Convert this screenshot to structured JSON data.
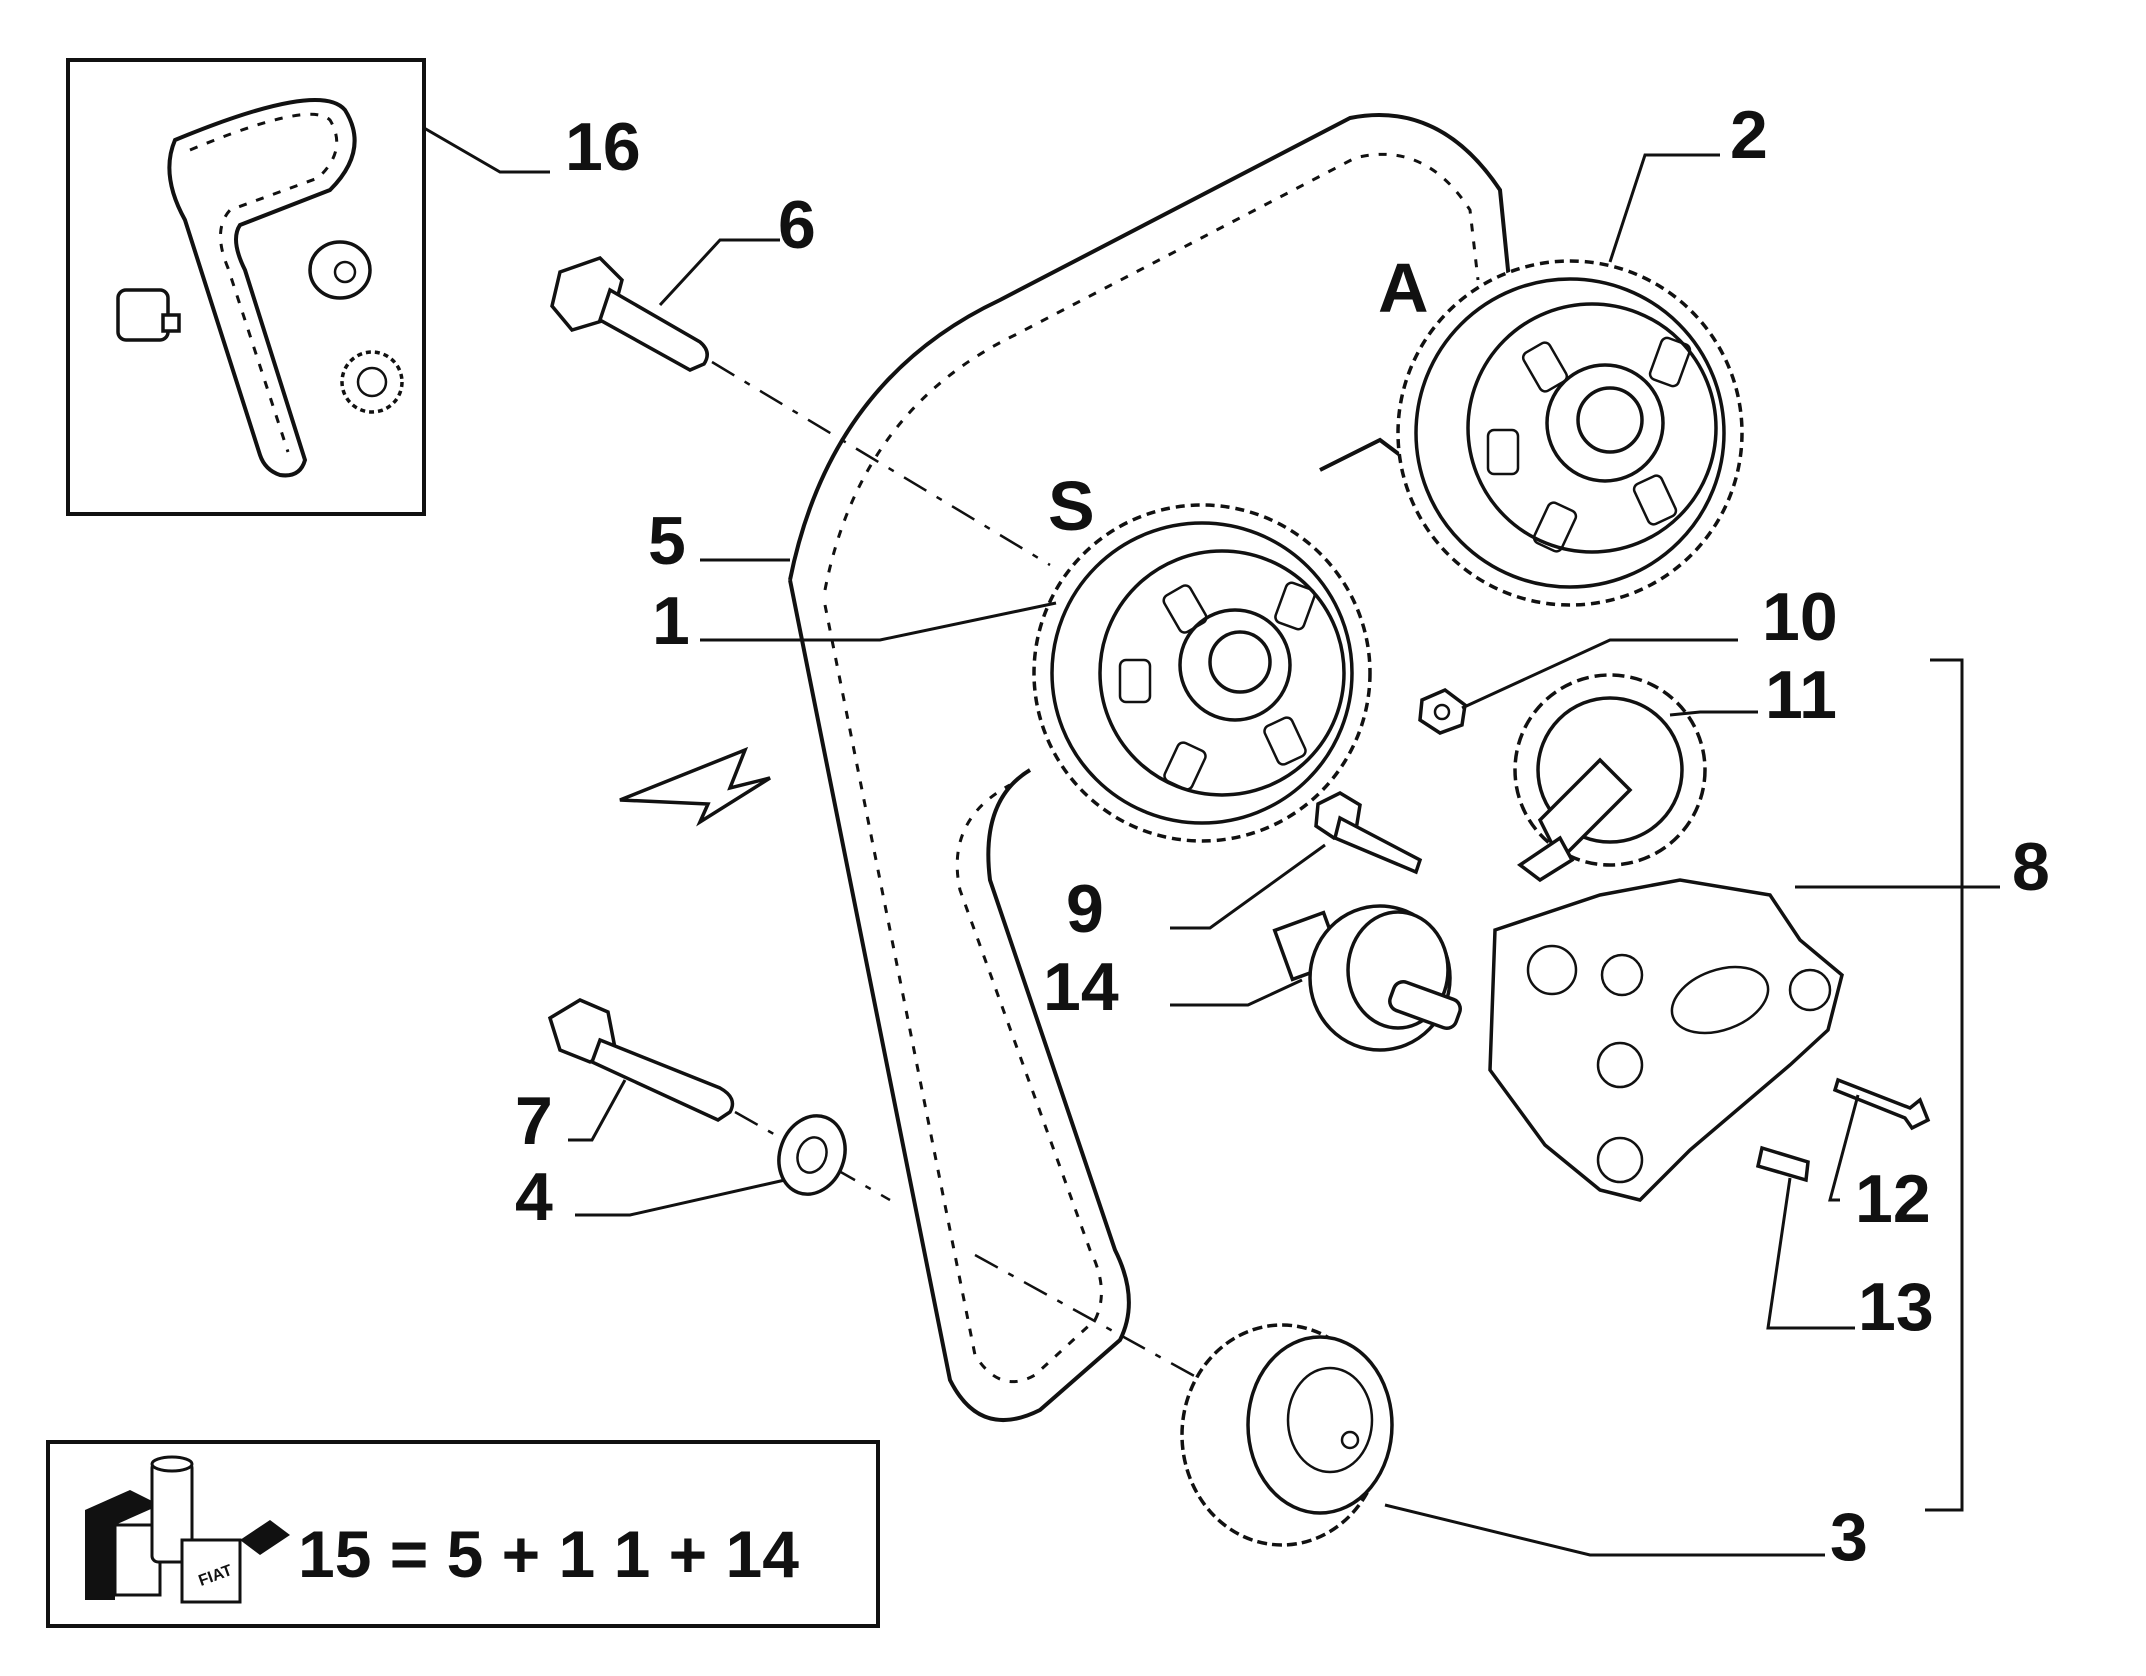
{
  "callouts": {
    "c16": "16",
    "c2": "2",
    "c6": "6",
    "cA": "A",
    "cS": "S",
    "c5": "5",
    "c1": "1",
    "c10": "10",
    "c11": "11",
    "c8": "8",
    "c9": "9",
    "c14": "14",
    "c7": "7",
    "c4": "4",
    "c12": "12",
    "c13": "13",
    "c3": "3"
  },
  "kit_formula": "15 = 5 + 1 1 + 14",
  "logo_text": "FIAT"
}
